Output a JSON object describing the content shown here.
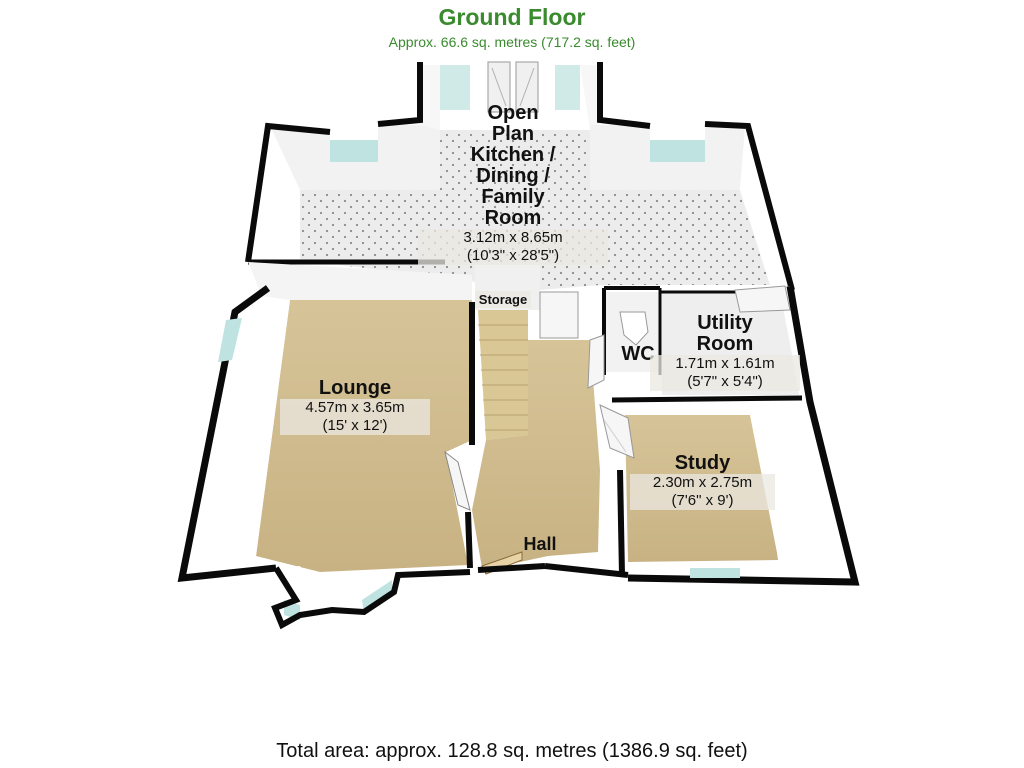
{
  "header": {
    "title": "Ground Floor",
    "subtitle": "Approx. 66.6 sq. metres (717.2 sq. feet)"
  },
  "rooms": {
    "kitchen": {
      "name_lines": [
        "Open",
        "Plan",
        "Kitchen /",
        "Dining /",
        "Family",
        "Room"
      ],
      "metric": "3.12m x 8.65m",
      "imperial": "(10'3\" x 28'5\")"
    },
    "storage": {
      "name": "Storage"
    },
    "lounge": {
      "name": "Lounge",
      "metric": "4.57m x 3.65m",
      "imperial": "(15' x 12')"
    },
    "wc": {
      "name": "WC"
    },
    "utility": {
      "name_lines": [
        "Utility",
        "Room"
      ],
      "metric": "1.71m x 1.61m",
      "imperial": "(5'7\" x 5'4\")"
    },
    "study": {
      "name": "Study",
      "metric": "2.30m x 2.75m",
      "imperial": "(7'6\" x 9')"
    },
    "hall": {
      "name": "Hall"
    }
  },
  "footer": {
    "total": "Total area: approx. 128.8 sq. metres (1386.9 sq. feet)"
  },
  "colors": {
    "wall": "#0a0a0a",
    "wall_face": "#f4f4f4",
    "carpet": "#cdb889",
    "tile": "#e6e6e6",
    "window": "#bfe3e0",
    "title": "#3a8a2e"
  }
}
